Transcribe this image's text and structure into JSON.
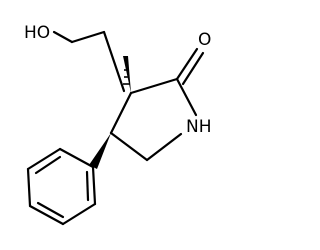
{
  "structure": {
    "atoms": {
      "hydroxyl": "HO",
      "carbonyl_oxygen": "O",
      "amine": "NH"
    }
  }
}
